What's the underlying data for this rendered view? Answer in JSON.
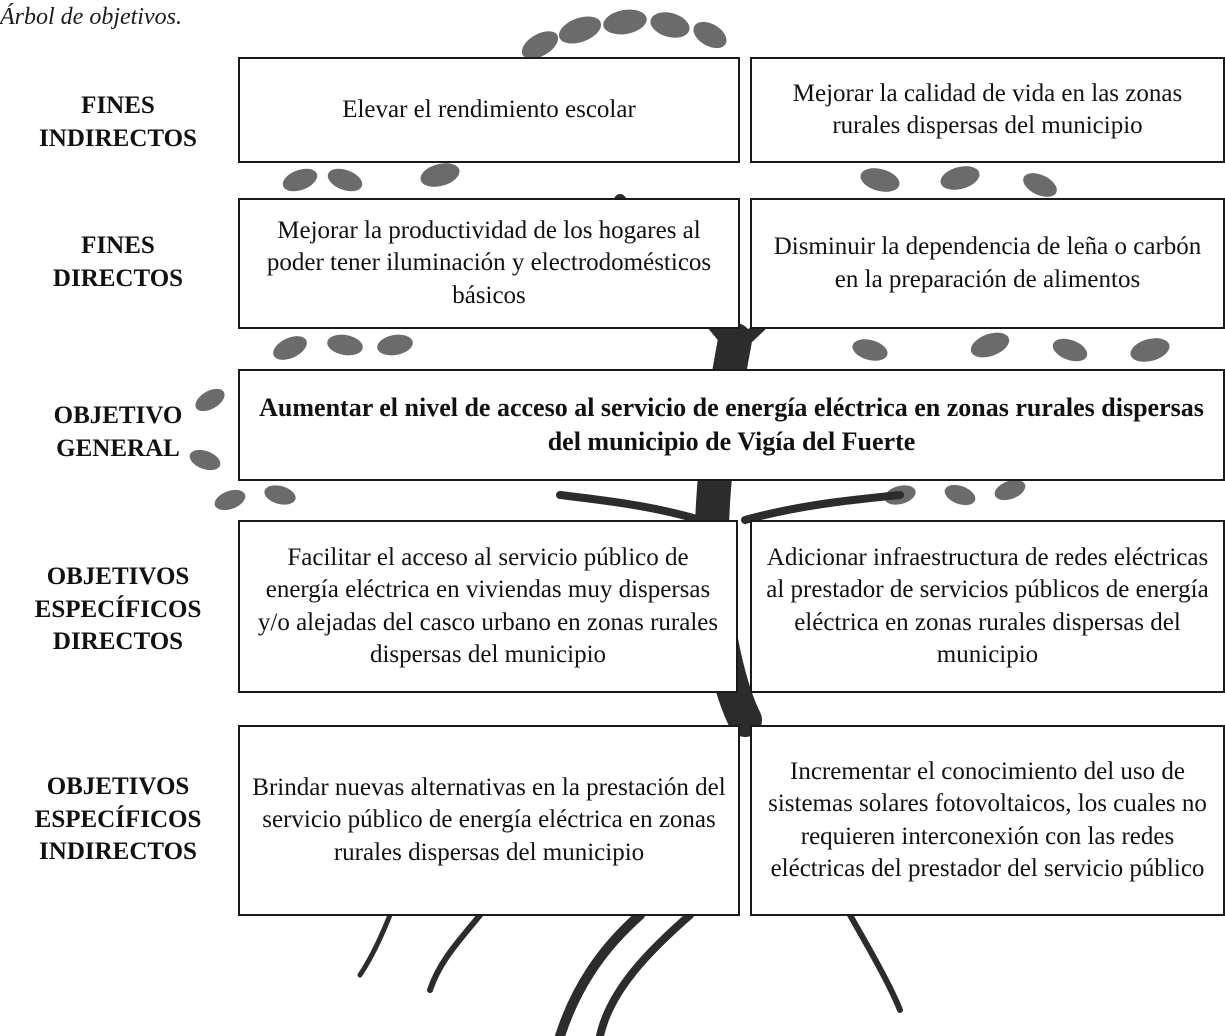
{
  "caption": "Árbol de objetivos.",
  "rows": [
    {
      "label": [
        "FINES",
        "INDIRECTOS"
      ],
      "boxes": [
        "Elevar el rendimiento escolar",
        "Mejorar la calidad de vida en las zonas rurales dispersas del municipio"
      ]
    },
    {
      "label": [
        "FINES",
        "DIRECTOS"
      ],
      "boxes": [
        "Mejorar la productividad de los hogares al poder tener iluminación y electrodomésticos básicos",
        "Disminuir la dependencia de leña o carbón en la preparación de alimentos"
      ]
    },
    {
      "label": [
        "OBJETIVO",
        "GENERAL"
      ],
      "boxes": [
        "Aumentar el nivel de acceso al servicio de energía eléctrica en zonas rurales dispersas del municipio de Vigía del Fuerte"
      ]
    },
    {
      "label": [
        "OBJETIVOS",
        "ESPECÍFICOS",
        "DIRECTOS"
      ],
      "boxes": [
        "Facilitar el acceso al servicio público de energía eléctrica en viviendas muy dispersas y/o alejadas del casco urbano en zonas rurales dispersas del municipio",
        "Adicionar infraestructura de redes eléctricas al prestador de servicios públicos de energía eléctrica en zonas rurales dispersas del municipio"
      ]
    },
    {
      "label": [
        "OBJETIVOS",
        "ESPECÍFICOS",
        "INDIRECTOS"
      ],
      "boxes": [
        "Brindar nuevas alternativas en la prestación del servicio público de energía eléctrica en zonas rurales dispersas del municipio",
        "Incrementar el conocimiento del uso de sistemas solares fotovoltaicos, los cuales no requieren interconexión con las redes eléctricas del prestador del servicio público"
      ]
    }
  ]
}
